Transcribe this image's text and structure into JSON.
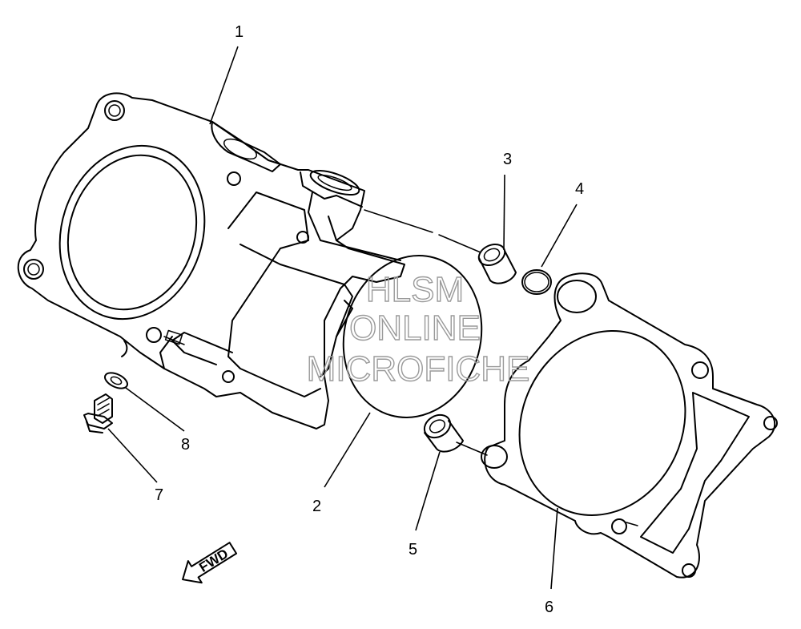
{
  "callouts": [
    {
      "id": "1",
      "label": "1"
    },
    {
      "id": "2",
      "label": "2"
    },
    {
      "id": "3",
      "label": "3"
    },
    {
      "id": "4",
      "label": "4"
    },
    {
      "id": "5",
      "label": "5"
    },
    {
      "id": "6",
      "label": "6"
    },
    {
      "id": "7",
      "label": "7"
    },
    {
      "id": "8",
      "label": "8"
    }
  ],
  "direction_arrow": {
    "label": "FWD"
  },
  "watermark": {
    "line1": "HLSM",
    "line2": "ONLINE",
    "line3": "MICROFICHE"
  }
}
